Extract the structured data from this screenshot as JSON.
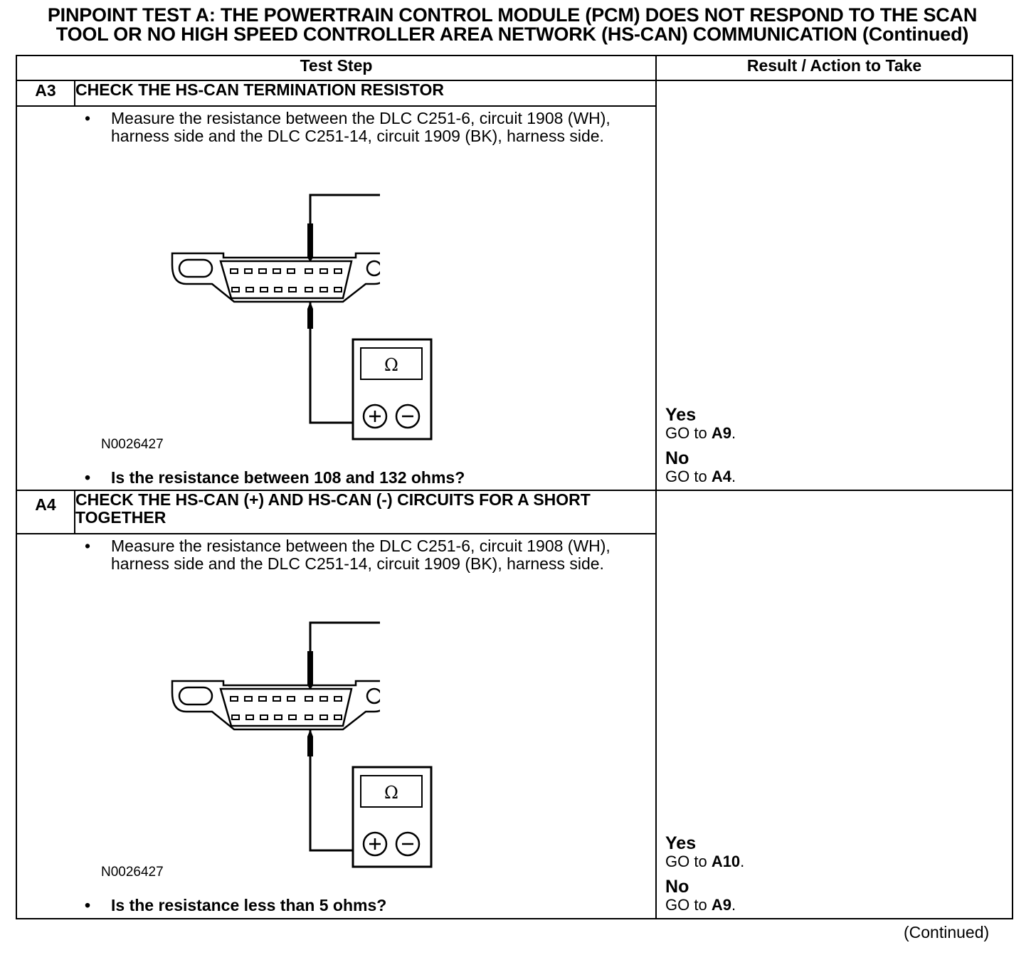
{
  "title_line1": "PINPOINT TEST A: THE POWERTRAIN CONTROL MODULE (PCM) DOES NOT RESPOND TO THE SCAN",
  "title_line2": "TOOL OR NO HIGH SPEED CONTROLLER AREA NETWORK (HS-CAN) COMMUNICATION (Continued)",
  "headers": {
    "test_step": "Test Step",
    "result": "Result / Action to Take"
  },
  "steps": [
    {
      "id": "A3",
      "heading": "CHECK THE HS-CAN TERMINATION RESISTOR",
      "instruction": "Measure the resistance between the DLC C251-6, circuit 1908 (WH), harness side and the DLC C251-14, circuit 1909 (BK), harness side.",
      "figure_id": "N0026427",
      "meter_symbol": "Ω",
      "question": "Is the resistance between 108 and 132 ohms?",
      "yes_label": "Yes",
      "yes_go": "GO to ",
      "yes_target": "A9",
      "yes_end": ".",
      "no_label": "No",
      "no_go": "GO to ",
      "no_target": "A4",
      "no_end": "."
    },
    {
      "id": "A4",
      "heading": "CHECK THE HS-CAN (+) AND HS-CAN (-) CIRCUITS FOR A SHORT TOGETHER",
      "instruction": "Measure the resistance between the DLC C251-6, circuit 1908 (WH), harness side and the DLC C251-14, circuit 1909 (BK), harness side.",
      "figure_id": "N0026427",
      "meter_symbol": "Ω",
      "question": "Is the resistance less than 5 ohms?",
      "yes_label": "Yes",
      "yes_go": "GO to ",
      "yes_target": "A10",
      "yes_end": ".",
      "no_label": "No",
      "no_go": "GO to ",
      "no_target": "A9",
      "no_end": "."
    }
  ],
  "continued": "(Continued)"
}
